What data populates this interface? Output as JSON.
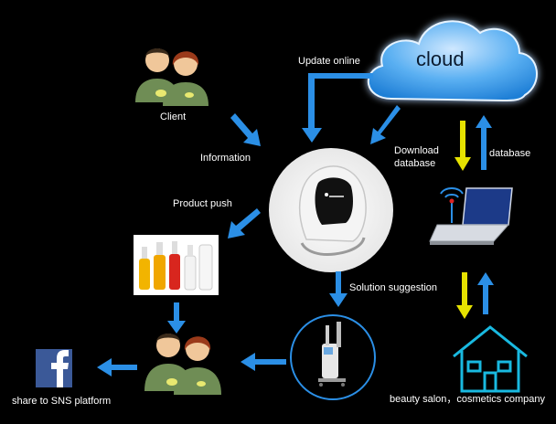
{
  "labels": {
    "cloud": "cloud",
    "update_online": "Update online",
    "client": "Client",
    "information": "Information",
    "download_database": [
      "Download",
      "database"
    ],
    "database": "database",
    "product_push": "Product push",
    "solution_suggestion": "Solution suggestion",
    "share_sns": "share to SNS platform",
    "beauty_salon": "beauty salon，cosmetics company"
  },
  "icons": {
    "cloud": "cloud-icon",
    "client": "people-icon",
    "device": "skin-analyzer-icon",
    "laptop": "laptop-icon",
    "products": "cosmetic-bottles-icon",
    "machine": "beauty-machine-icon",
    "facebook": "facebook-icon",
    "house": "house-icon"
  },
  "colors": {
    "background": "#000000",
    "arrow_blue": "#2b8fe6",
    "arrow_yellow": "#e6e200",
    "cloud_blue": "#3a9be8",
    "house_cyan": "#19b9e0",
    "people_green": "#6f8d55"
  }
}
